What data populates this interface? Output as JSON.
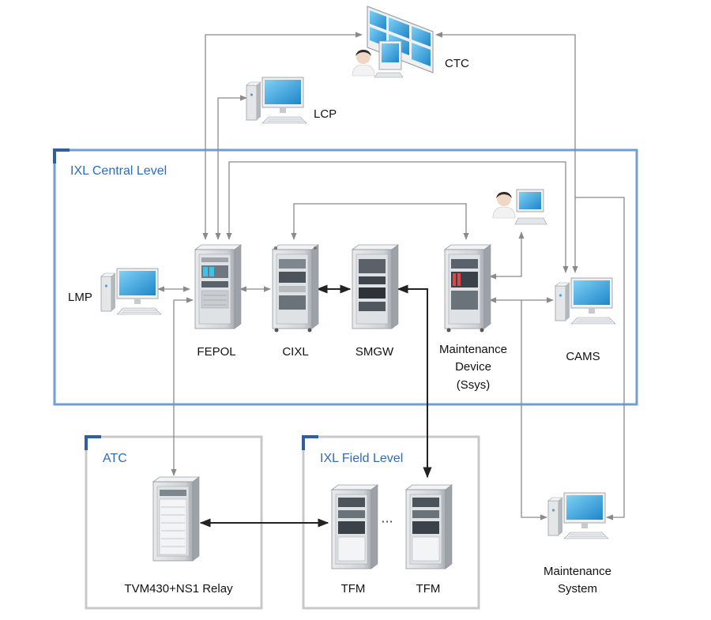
{
  "zones": {
    "central": {
      "title": "IXL Central Level"
    },
    "atc": {
      "title": "ATC"
    },
    "field": {
      "title": "IXL Field Level"
    }
  },
  "nodes": {
    "ctc": "CTC",
    "lcp": "LCP",
    "lmp": "LMP",
    "fepol": "FEPOL",
    "cixl": "CIXL",
    "smgw": "SMGW",
    "maintenance_device": [
      "Maintenance",
      "Device",
      "(Ssys)"
    ],
    "cams": "CAMS",
    "tvm": "TVM430+NS1 Relay",
    "tfm1": "TFM",
    "tfm2": "TFM",
    "ellipsis": "···",
    "maintenance_system": [
      "Maintenance",
      "System"
    ]
  },
  "colors": {
    "accent_blue": "#2f6db5",
    "frame_blue": "#6f9fd8",
    "frame_gray": "#c8c8c8",
    "line_gray": "#8a8a8a",
    "line_dark": "#222222"
  }
}
